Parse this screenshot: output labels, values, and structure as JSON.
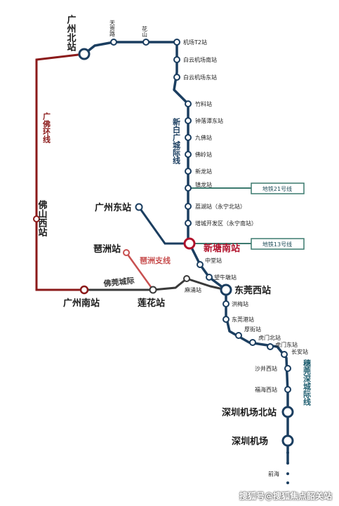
{
  "colors": {
    "guangfo_line": "#8b1a1a",
    "xinbai_line": "#1b3e60",
    "foguan_line": "#3a3a3a",
    "pizhou_branch": "#c85050",
    "hub_station": "#b0102a",
    "callout_border": "#3c7a6f"
  },
  "lines": {
    "guangfo_huan": "广佛环线",
    "xinbaiguang": "新白广城际线",
    "foguan": "佛莞城际",
    "pizhou_branch": "琶洲支线",
    "guanshen": "穗莞深城际线"
  },
  "stations": {
    "guangzhou_bei": "广州北站",
    "tiangui_lu": "天贵路",
    "huashan": "花山",
    "airport_t2": "机场T2站",
    "baiyun_airport_nan": "白云机场南站",
    "baiyun_airport_dong": "白云机场东站",
    "zhuliao": "竹料站",
    "zhongluotan_dong": "钟落潭东站",
    "jiufo": "九佛站",
    "foling": "佛岭站",
    "xinlong": "新龙站",
    "zhenlong": "镇龙站",
    "lihu": "荔湖站（永宁北站）",
    "zengcheng_kaifaqu": "增城开发区（永宁南站）",
    "xintang_nan": "新塘南站",
    "zhongtang": "中堂站",
    "wangniudun": "望牛墩站",
    "dongguan_xi": "东莞西站",
    "hongmei": "洪梅站",
    "dongguan_gang": "东莞港站",
    "houjie": "厚街站",
    "humen_bei": "虎门北站",
    "humen_dong": "虎门东站",
    "chang_an": "长安站",
    "shajing_xi": "沙井西站",
    "fuhai_xi": "福海西站",
    "shenzhen_airport_bei": "深圳机场北站",
    "shenzhen_airport": "深圳机场",
    "qianhai": "前海",
    "guangzhou_dong": "广州东站",
    "pizhou": "琶洲站",
    "guangzhou_nan": "广州南站",
    "lianhua": "莲花站",
    "machong": "麻涌站",
    "foshan_xi": "佛山西站"
  },
  "callouts": {
    "metro21": "地铁21号线",
    "metro13": "地铁13号线"
  },
  "watermark": "搜狐号@搜狐焦点韶关站"
}
